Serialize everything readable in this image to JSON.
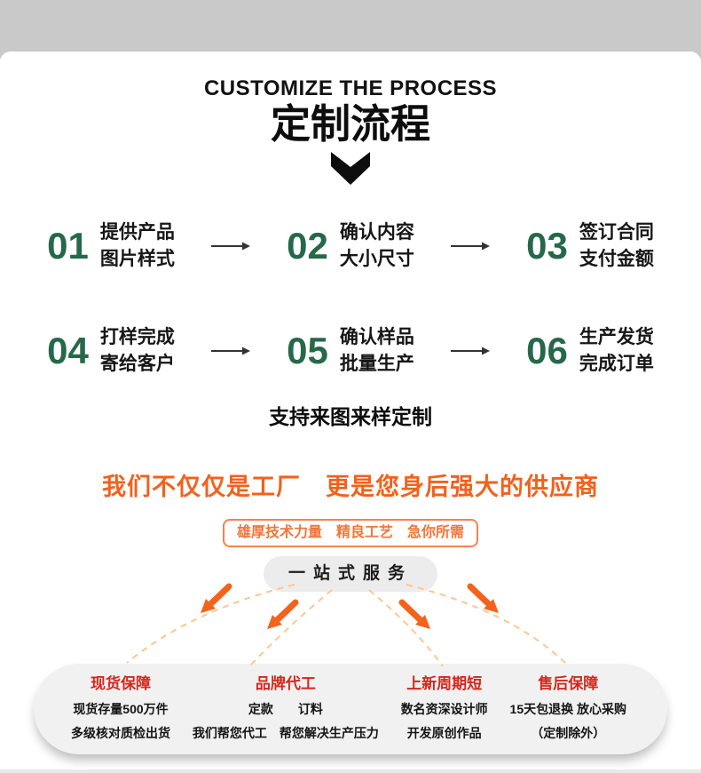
{
  "header": {
    "subtitle_en": "CUSTOMIZE THE PROCESS",
    "title": "定制流程"
  },
  "steps": [
    {
      "num": "01",
      "line1": "提供产品",
      "line2": "图片样式"
    },
    {
      "num": "02",
      "line1": "确认内容",
      "line2": "大小尺寸"
    },
    {
      "num": "03",
      "line1": "签订合同",
      "line2": "支付金额"
    },
    {
      "num": "04",
      "line1": "打样完成",
      "line2": "寄给客户"
    },
    {
      "num": "05",
      "line1": "确认样品",
      "line2": "批量生产"
    },
    {
      "num": "06",
      "line1": "生产发货",
      "line2": "完成订单"
    }
  ],
  "support_note": "支持来图来样定制",
  "supplier": {
    "title": "我们不仅仅是工厂　更是您身后强大的供应商",
    "tagline": "雄厚技术力量　精良工艺　急你所需",
    "badge": "一站式服务",
    "columns": [
      {
        "title": "现货保障",
        "rows": [
          "现货存量500万件",
          "多级核对质检出货"
        ]
      },
      {
        "title": "品牌代工",
        "rows": [
          "定款　　订料",
          "我们帮您代工　帮您解决生产压力"
        ]
      },
      {
        "title": "上新周期短",
        "rows": [
          "数名资深设计师",
          "开发原创作品"
        ]
      },
      {
        "title": "售后保障",
        "rows": [
          "15天包退换 放心采购",
          "（定制除外）"
        ]
      }
    ]
  },
  "colors": {
    "step_number_green": "#26684a",
    "accent_orange": "#f2611c",
    "arrow_orange": "#f4621c",
    "dashed_orange": "#ffc690",
    "column_title_red": "#d3281e",
    "top_band_gray": "#c9c9c9",
    "capsule_gray": "#f1f1f1"
  }
}
